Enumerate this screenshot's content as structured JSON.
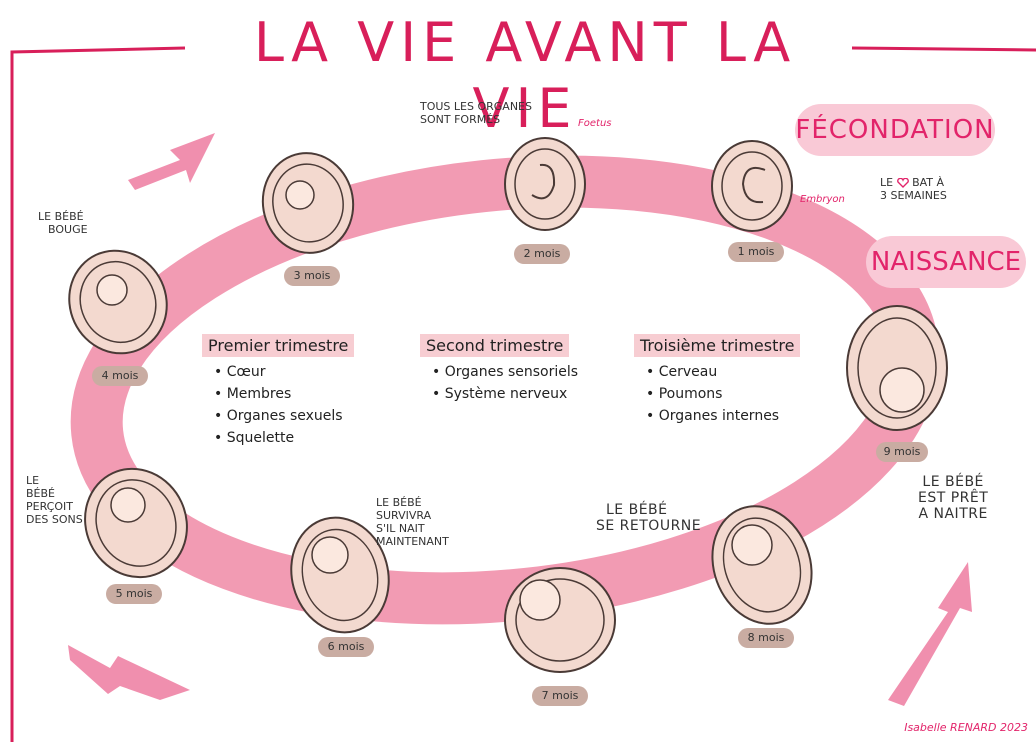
{
  "title": "LA VIE AVANT LA VIE",
  "clouds": {
    "fecondation": "FÉCONDATION",
    "naissance": "NAISSANCE"
  },
  "labels": {
    "foetus": "Foetus",
    "embryon": "Embryon"
  },
  "notes": {
    "organs_formed": [
      "TOUS LES ORGANES",
      "SONT FORMÉS"
    ],
    "heart_prefix": "LE",
    "heart_suffix_1": "BAT À",
    "heart_suffix_2": "3 SEMAINES",
    "baby_moves": [
      "LE BÉBÉ",
      "BOUGE"
    ],
    "baby_hears": [
      "LE",
      "BÉBÉ",
      "PERÇOIT",
      "DES SONS"
    ],
    "baby_survives": [
      "LE BÉBÉ",
      "SURVIVRA",
      "S'IL NAIT",
      "MAINTENANT"
    ],
    "baby_turns": [
      "LE BÉBÉ",
      "SE RETOURNE"
    ],
    "baby_ready": [
      "LE BÉBÉ",
      "EST PRÊT",
      "A NAITRE"
    ]
  },
  "months": {
    "m1": "1 mois",
    "m2": "2 mois",
    "m3": "3 mois",
    "m4": "4 mois",
    "m5": "5 mois",
    "m6": "6 mois",
    "m7": "7 mois",
    "m8": "8 mois",
    "m9": "9 mois"
  },
  "trimesters": [
    {
      "title": "Premier trimestre",
      "items": [
        "Cœur",
        "Membres",
        "Organes sexuels",
        "Squelette"
      ]
    },
    {
      "title": "Second trimestre",
      "items": [
        "Organes sensoriels",
        "Système nerveux"
      ]
    },
    {
      "title": "Troisième trimestre",
      "items": [
        "Cerveau",
        "Poumons",
        "Organes internes"
      ]
    }
  ],
  "signature": "Isabelle RENARD 2023",
  "colors": {
    "accent": "#e2246a",
    "ring": "#f29bb3",
    "arrow": "#f08fae",
    "cloud": "#f9c9d6",
    "womb": "#f3d9cf",
    "badge": "#c9aca2"
  }
}
